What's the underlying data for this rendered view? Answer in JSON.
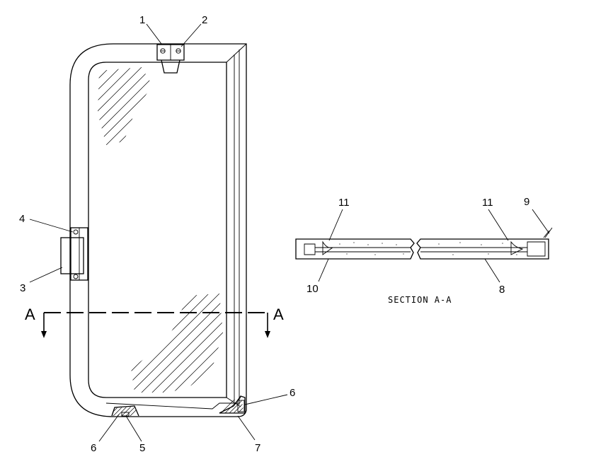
{
  "section_marker": {
    "left": "A",
    "right": "A"
  },
  "section_caption": "SECTION A-A",
  "callouts": {
    "c1": "1",
    "c2": "2",
    "c3": "3",
    "c4": "4",
    "c5": "5",
    "c6a": "6",
    "c6b": "6",
    "c7": "7",
    "c8": "8",
    "c9": "9",
    "c10": "10",
    "c11a": "11",
    "c11b": "11"
  }
}
